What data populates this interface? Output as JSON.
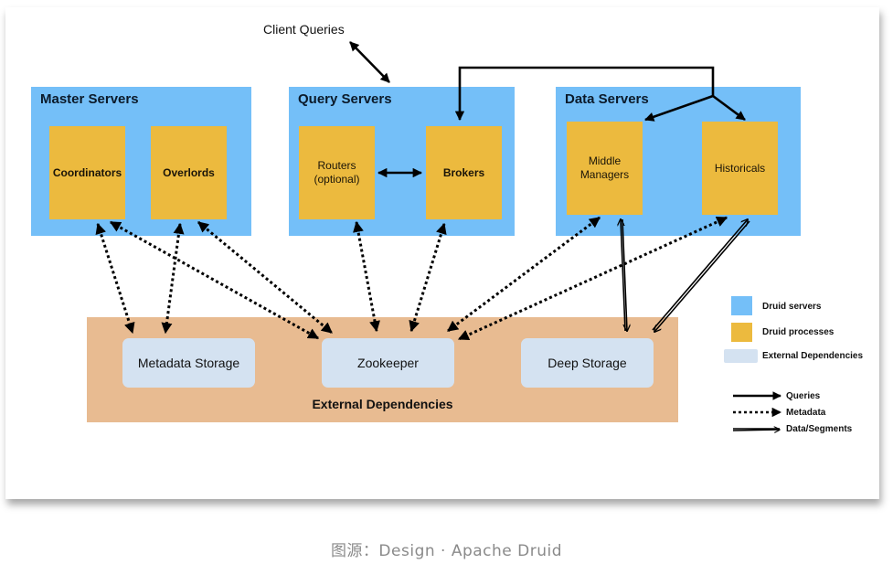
{
  "diagram": {
    "client_queries": "Client Queries",
    "servers": [
      {
        "id": "master",
        "title": "Master Servers",
        "processes": [
          "Coordinators",
          "Overlords"
        ]
      },
      {
        "id": "query",
        "title": "Query Servers",
        "processes": [
          "Routers\n(optional)",
          "Brokers"
        ]
      },
      {
        "id": "data",
        "title": "Data Servers",
        "processes": [
          "Middle\nManagers",
          "Historicals"
        ]
      }
    ],
    "external": {
      "title": "External Dependencies",
      "items": [
        "Metadata Storage",
        "Zookeeper",
        "Deep Storage"
      ]
    },
    "legend": {
      "colors": [
        {
          "label": "Druid servers",
          "color": "#74bff8"
        },
        {
          "label": "Druid processes",
          "color": "#ecba3e"
        },
        {
          "label": "External Dependencies",
          "color": "#d4e2f1"
        }
      ],
      "arrows": [
        {
          "label": "Queries",
          "style": "solid"
        },
        {
          "label": "Metadata",
          "style": "dotted"
        },
        {
          "label": "Data/Segments",
          "style": "sketch"
        }
      ]
    },
    "colors": {
      "server": "#74bff8",
      "process": "#ecba3e",
      "external_bg": "#e8bb91",
      "dependency": "#d4e2f1"
    }
  },
  "caption": "图源：Design · Apache Druid"
}
